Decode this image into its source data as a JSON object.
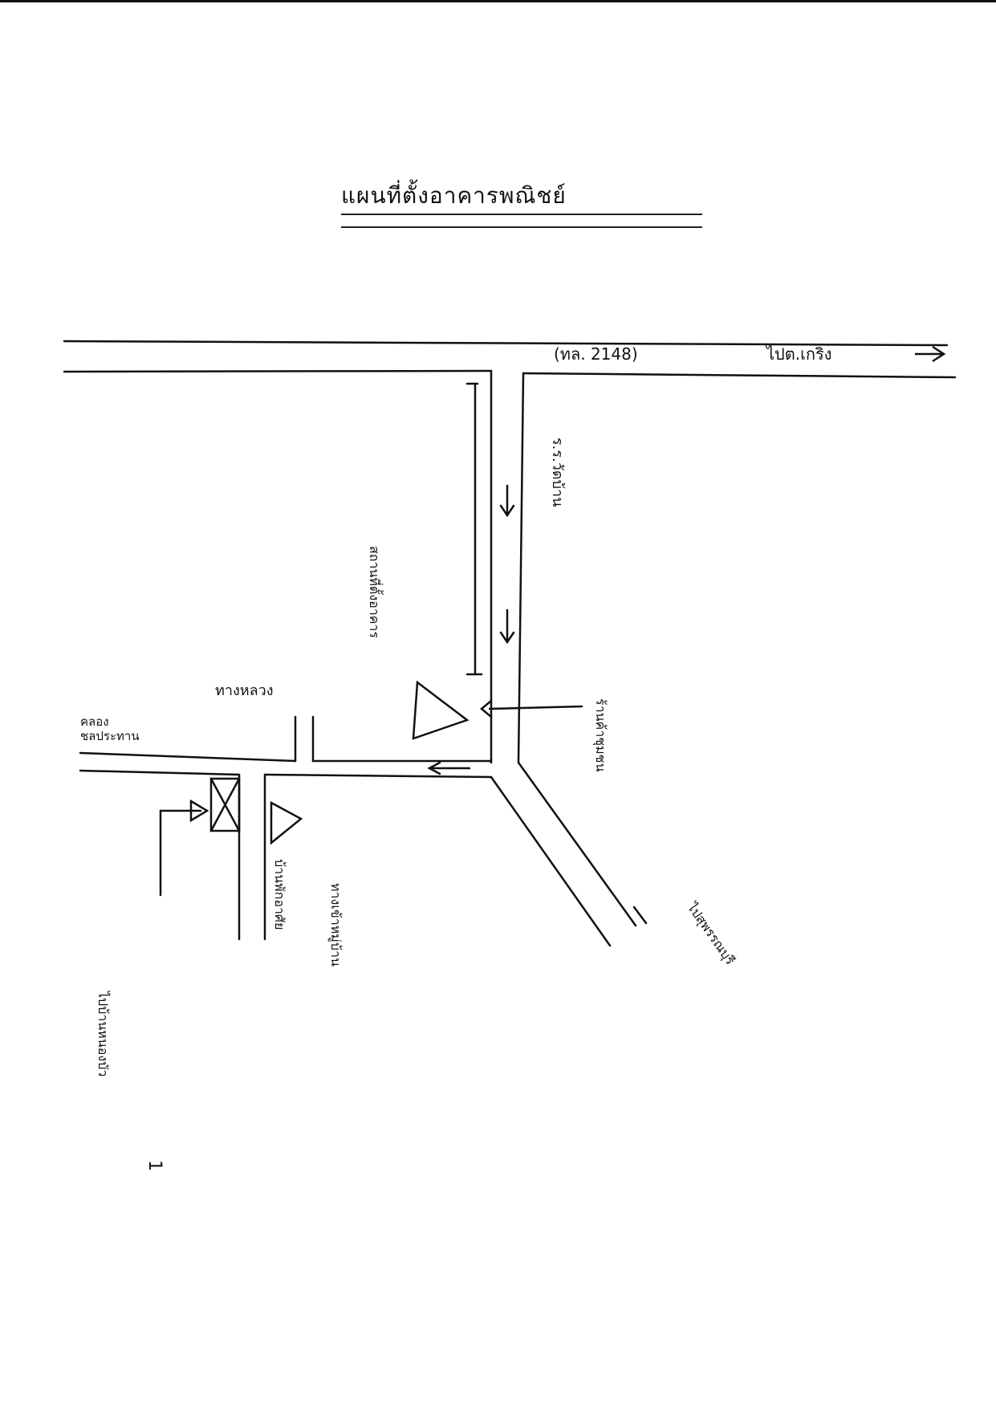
{
  "title": "แผนที่ตั้งอาคารพณิชย์",
  "road_labels": {
    "highway_code": "(ทล. 2148)",
    "highway_destination": "ไปต.เกริง"
  },
  "landmarks": {
    "school": "ร.ร.วัดบ้าน",
    "dash_label": "ทางหลวง",
    "left_canal": "คลอง\nชลประทาน",
    "left_building": "สถานที่ตั้งอาคาร",
    "right_side": "ร้านค้าชุมชน",
    "diagonal_side": "ไปบ้านหนองบัว",
    "far_right": "ไปสุพรรณบุรี",
    "left_note_a": "บ้านพักอาศัย",
    "left_note_b": "ทางเข้าหมู่บ้าน",
    "number_mark": "1"
  },
  "colors": {
    "ink": "#111111",
    "paper": "#ffffff"
  }
}
